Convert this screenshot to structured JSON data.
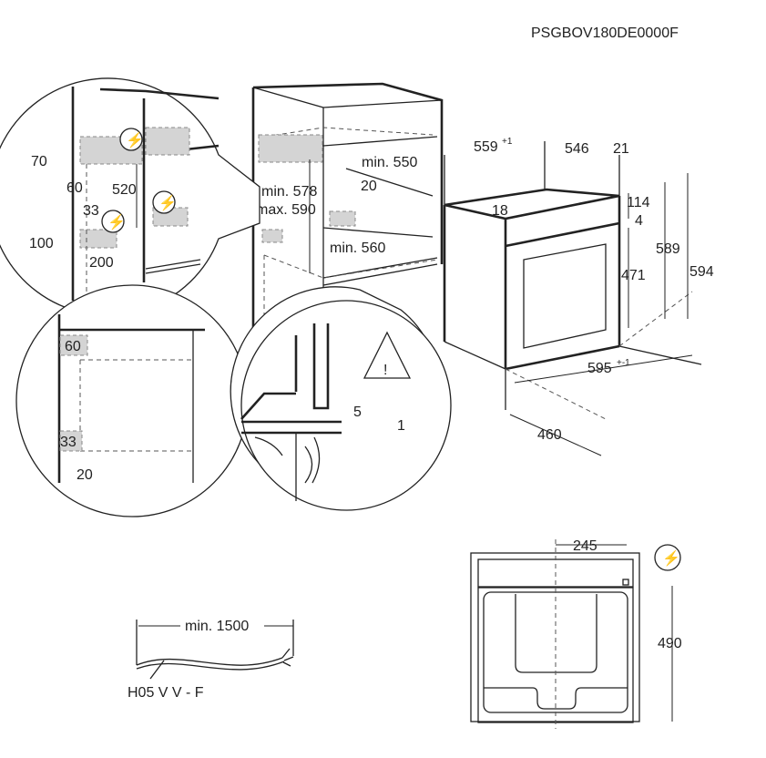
{
  "model_code": "PSGBOV180DE0000F",
  "detail_top_left": {
    "d70": "70",
    "d60": "60",
    "d520": "520",
    "d33": "33",
    "d100": "100",
    "d200": "200"
  },
  "cabinet": {
    "min578": "min. 578",
    "max590": "max. 590",
    "min550": "min. 550",
    "d20": "20",
    "min560": "min. 560"
  },
  "detail_bottom_left": {
    "d60": "60",
    "d33": "33",
    "d20": "20"
  },
  "detail_bottom_middle": {
    "d5": "5",
    "d1": "1"
  },
  "oven": {
    "d559": "559",
    "d559_tol": "+1",
    "d546": "546",
    "d21": "21",
    "d18": "18",
    "d114": "114",
    "d4": "4",
    "d471": "471",
    "d589": "589",
    "d594": "594",
    "d595": "595",
    "d595_tol": "+-1",
    "d460": "460"
  },
  "front_view": {
    "d245": "245",
    "d490": "490"
  },
  "cable": {
    "length": "min. 1500",
    "type": "H05 V V - F"
  }
}
